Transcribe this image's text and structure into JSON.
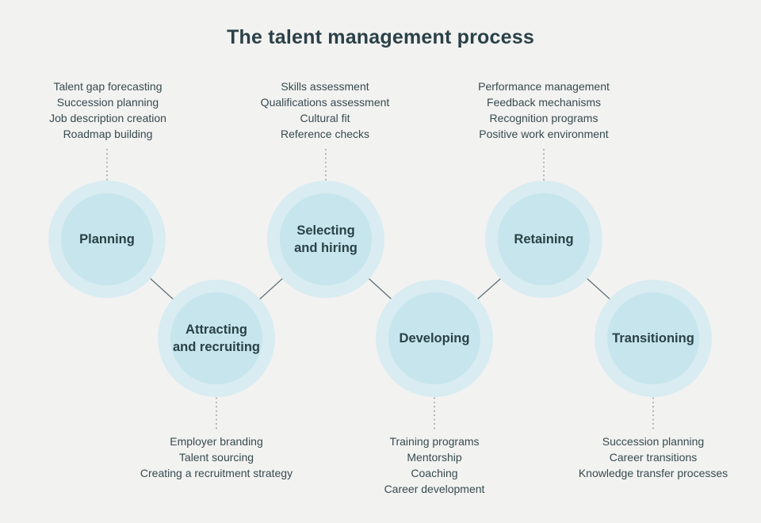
{
  "title": "The talent management process",
  "colors": {
    "bg_color": "#f2f2f1",
    "circle_outer_color": "#d8ecf1",
    "circle_inner_color": "#c6e5ed",
    "heading_color": "#2a4147",
    "text_color": "#374a4e",
    "arrow_color": "#5d7076",
    "dotted_color": "#8f9ea2"
  },
  "stages": [
    {
      "label": "Planning",
      "items_position": "top",
      "items": [
        "Talent gap forecasting",
        "Succession planning",
        "Job description creation",
        "Roadmap building"
      ]
    },
    {
      "label": "Attracting\nand recruiting",
      "items_position": "bottom",
      "items": [
        "Employer branding",
        "Talent sourcing",
        "Creating a recruitment strategy"
      ]
    },
    {
      "label": "Selecting\nand hiring",
      "items_position": "top",
      "items": [
        "Skills assessment",
        "Qualifications assessment",
        "Cultural fit",
        "Reference checks"
      ]
    },
    {
      "label": "Developing",
      "items_position": "bottom",
      "items": [
        "Training programs",
        "Mentorship",
        "Coaching",
        "Career development"
      ]
    },
    {
      "label": "Retaining",
      "items_position": "top",
      "items": [
        "Performance management",
        "Feedback mechanisms",
        "Recognition programs",
        "Positive work environment"
      ]
    },
    {
      "label": "Transitioning",
      "items_position": "bottom",
      "items": [
        "Succession planning",
        "Career transitions",
        "Knowledge transfer processes"
      ]
    }
  ]
}
